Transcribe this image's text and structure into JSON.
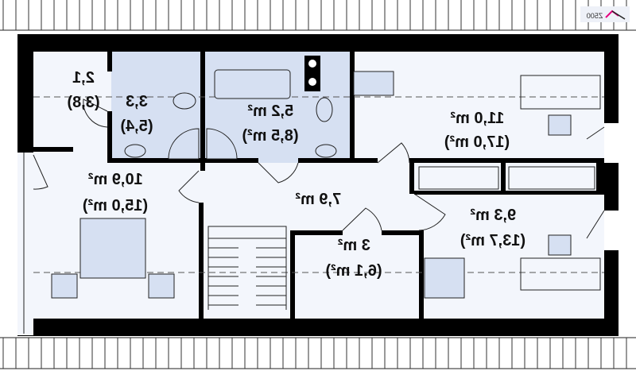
{
  "logo": {
    "text": "Z500",
    "accent": "#e6007e"
  },
  "colors": {
    "wall": "#000000",
    "floor": "#f3f6fc",
    "wet_room": "#d6e0f2"
  },
  "rooms": [
    {
      "id": "closet",
      "area": "2,1",
      "area_total": "(3,8)"
    },
    {
      "id": "wc",
      "area": "3,3",
      "area_total": "(5,4)"
    },
    {
      "id": "bathroom",
      "area": "5,2 m²",
      "area_total": "(8,5 m²)"
    },
    {
      "id": "bedroom-top-right",
      "area": "11,0 m²",
      "area_total": "(17,0 m²)"
    },
    {
      "id": "bedroom-left",
      "area": "10,9 m²",
      "area_total": "(15,0 m²)"
    },
    {
      "id": "hall",
      "area": "7,9 m²"
    },
    {
      "id": "storage",
      "area": "3 m²",
      "area_total": "(6,1 m²)"
    },
    {
      "id": "bedroom-bottom-right",
      "area": "9,3 m²",
      "area_total": "(13,7 m²)"
    }
  ]
}
